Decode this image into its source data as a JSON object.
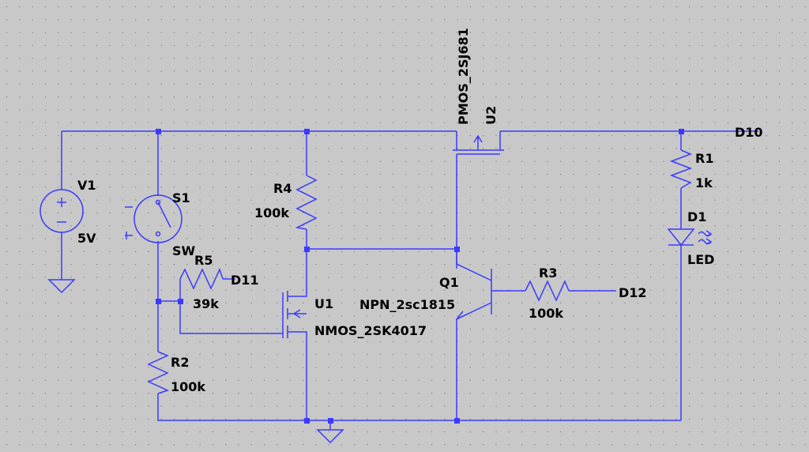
{
  "colors": {
    "background": "#c8c8c8",
    "wire": "#3a3aff",
    "grid_dot": "#808080",
    "junction": "#3a3aff",
    "text": "#000000"
  },
  "components": {
    "v1": {
      "ref": "V1",
      "value": "5V"
    },
    "s1": {
      "ref": "S1",
      "value": "SW"
    },
    "r1": {
      "ref": "R1",
      "value": "1k"
    },
    "r2": {
      "ref": "R2",
      "value": "100k"
    },
    "r3": {
      "ref": "R3",
      "value": "100k"
    },
    "r4": {
      "ref": "R4",
      "value": "100k"
    },
    "r5": {
      "ref": "R5",
      "value": "39k"
    },
    "d1": {
      "ref": "D1",
      "value": "LED"
    },
    "q1": {
      "ref": "Q1",
      "value": "NPN_2sc1815"
    },
    "u1": {
      "ref": "U1",
      "value": "NMOS_2SK4017"
    },
    "u2": {
      "ref": "U2",
      "value": "PMOS_2SJ681"
    }
  },
  "nets": {
    "d10": "D10",
    "d11": "D11",
    "d12": "D12"
  }
}
